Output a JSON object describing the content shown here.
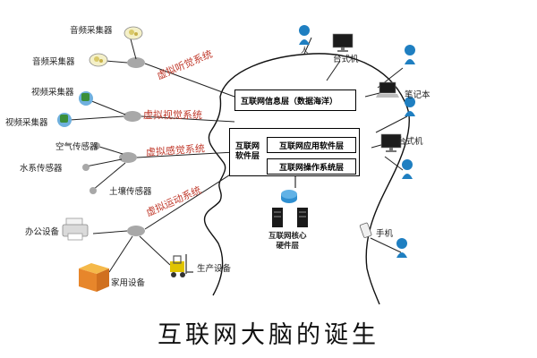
{
  "devices_left": {
    "audio_1": "音频采集器",
    "audio_2": "音频采集器",
    "video_1": "视频采集器",
    "video_2": "视频采集器",
    "air_sensor": "空气传感器",
    "water_sensor": "水系传感器",
    "soil_sensor": "土壤传感器",
    "office": "办公设备",
    "home": "家用设备",
    "production": "生产设备"
  },
  "systems": {
    "hearing": "虚拟听觉系统",
    "vision": "虚拟视觉系统",
    "sensing": "虚拟感觉系统",
    "motion": "虚拟运动系统"
  },
  "brain": {
    "info_layer": "互联网信息层（数据海洋）",
    "software_layer": "互联网\n软件层",
    "app_layer": "互联网应用软件层",
    "os_layer": "互联网操作系统层",
    "core_hw_layer": "互联网核心\n硬件层"
  },
  "devices_right": {
    "person": "人",
    "desktop_1": "台式机",
    "laptop": "笔记本",
    "desktop_2": "台式机",
    "phone": "手机"
  },
  "caption": "互联网大脑的诞生",
  "colors": {
    "system_text": "#c0392b",
    "node_fill": "#a8a8a8",
    "person": "#1f7fc1",
    "outline": "#000000"
  }
}
